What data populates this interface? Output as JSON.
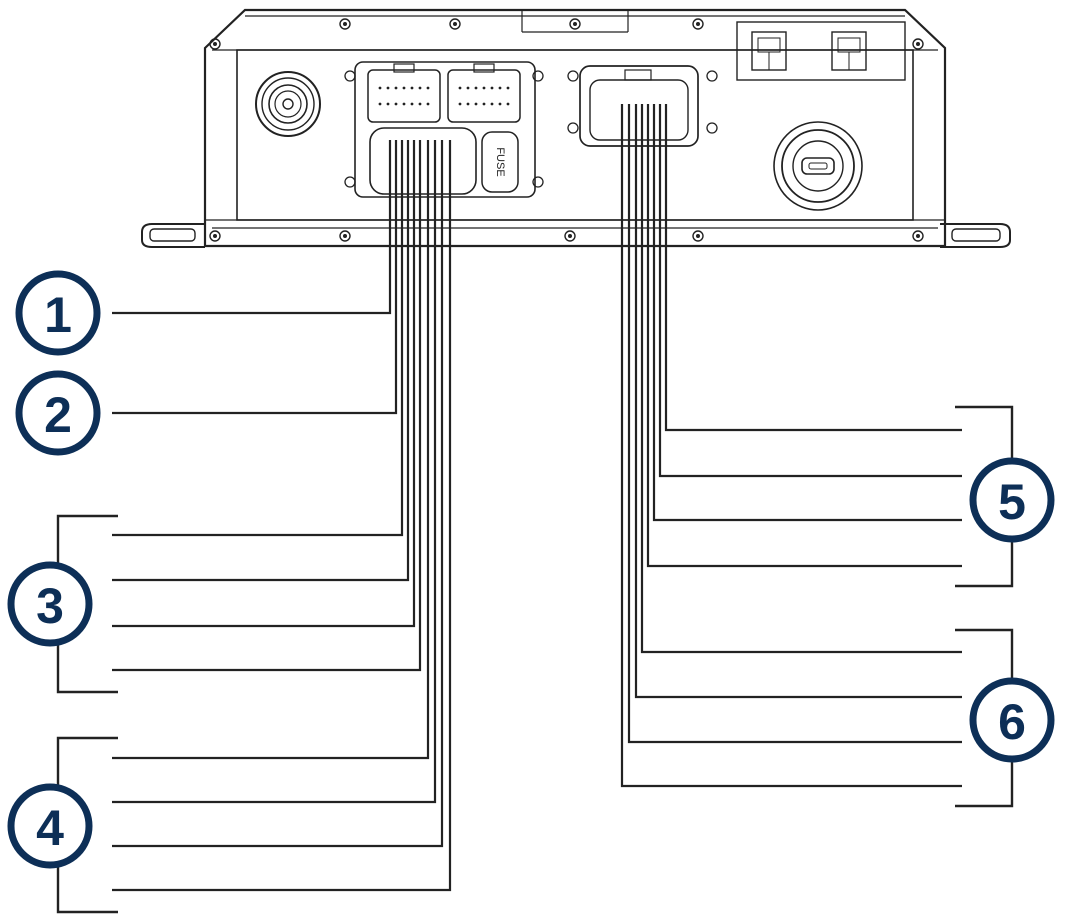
{
  "device": {
    "fuse_label": "FUSE"
  },
  "callouts": [
    {
      "id": "1",
      "label": "1",
      "color": "#0d2f57"
    },
    {
      "id": "2",
      "label": "2",
      "color": "#0d2f57"
    },
    {
      "id": "3",
      "label": "3",
      "color": "#0d2f57"
    },
    {
      "id": "4",
      "label": "4",
      "color": "#0d2f57"
    },
    {
      "id": "5",
      "label": "5",
      "color": "#0d2f57"
    },
    {
      "id": "6",
      "label": "6",
      "color": "#0d2f57"
    }
  ],
  "wire_groups": [
    {
      "callout": "1",
      "wire_count": 1
    },
    {
      "callout": "2",
      "wire_count": 1
    },
    {
      "callout": "3",
      "wire_count": 4
    },
    {
      "callout": "4",
      "wire_count": 4
    },
    {
      "callout": "5",
      "wire_count": 4
    },
    {
      "callout": "6",
      "wire_count": 4
    }
  ]
}
